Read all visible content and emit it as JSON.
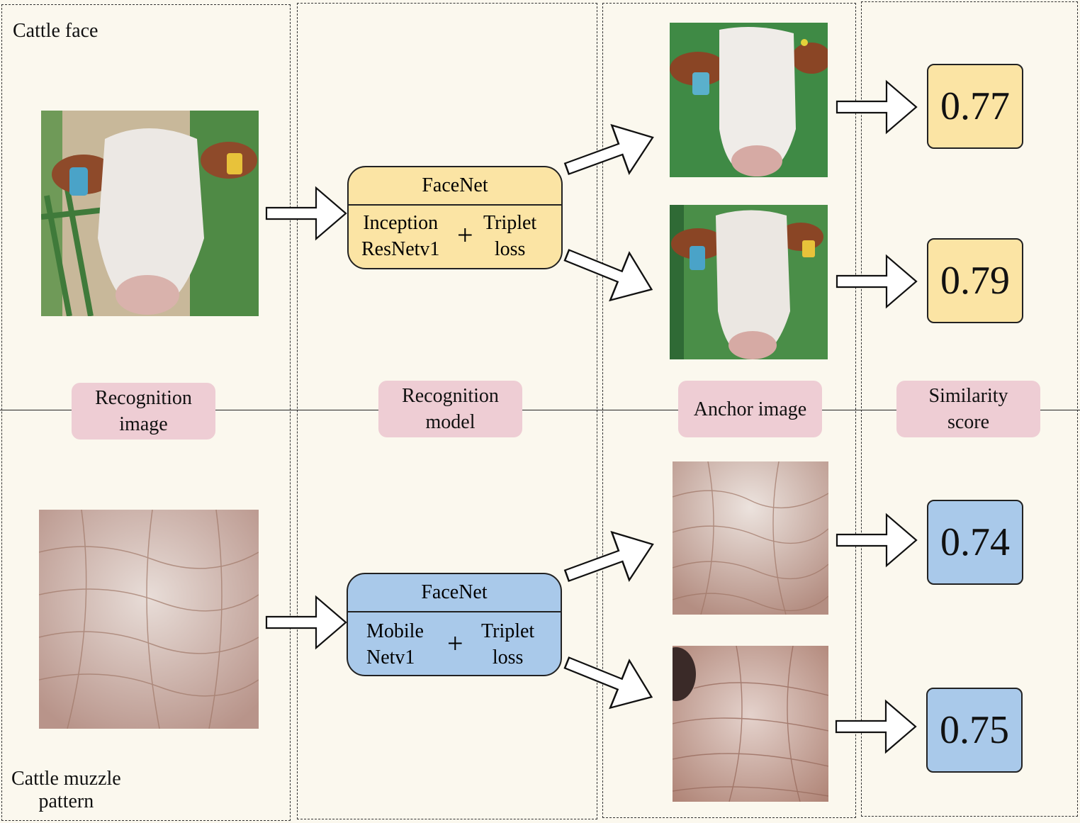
{
  "top_label": "Cattle face",
  "bottom_label_line1": "Cattle muzzle",
  "bottom_label_line2": "pattern",
  "pills": {
    "recognition_image": [
      "Recognition",
      "image"
    ],
    "recognition_model": [
      "Recognition",
      "model"
    ],
    "anchor_image": "Anchor image",
    "similarity_score": [
      "Similarity",
      "score"
    ]
  },
  "face_model": {
    "title": "FaceNet",
    "backbone": [
      "Inception",
      "ResNetv1"
    ],
    "plus": "+",
    "loss": [
      "Triplet",
      "loss"
    ]
  },
  "muzzle_model": {
    "title": "FaceNet",
    "backbone": [
      "Mobile",
      "Netv1"
    ],
    "plus": "+",
    "loss": [
      "Triplet",
      "loss"
    ]
  },
  "scores": {
    "face_1": "0.77",
    "face_2": "0.79",
    "muzzle_1": "0.74",
    "muzzle_2": "0.75"
  },
  "colors": {
    "face_accent": "#fbe4a4",
    "muzzle_accent": "#a9c9ea",
    "pill": "#eecdd4",
    "background": "#fbf8ee"
  }
}
